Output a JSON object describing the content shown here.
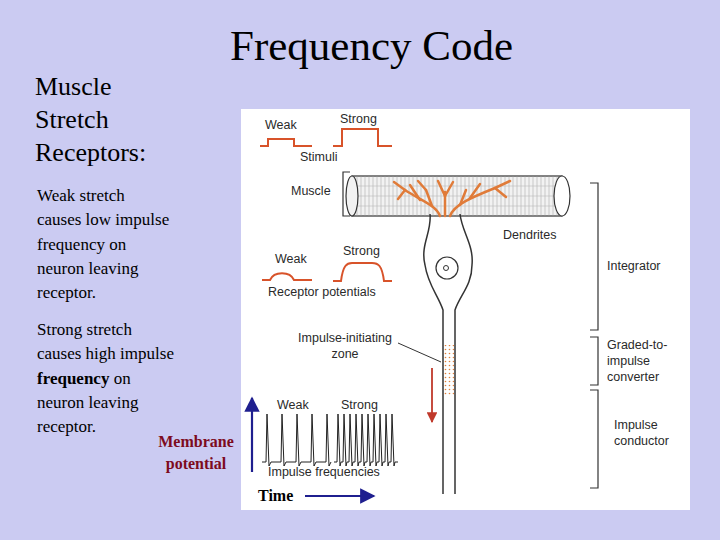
{
  "diagram": {
    "title": "Frequency Code",
    "labels": [
      "Muscle Stretch Receptors:",
      "Weak stretch causes low impulse frequency on neuron leaving receptor.",
      "Strong stretch causes high impulse",
      "frequency",
      "on neuron leaving receptor.",
      "Membrane potential",
      "Time",
      "Weak",
      "Strong",
      "Stimuli",
      "Muscle",
      "Dendrites",
      "Weak",
      "Strong",
      "Receptor potentials",
      "Impulse-initiating zone",
      "Integrator",
      "Graded-to- impulse converter",
      "Weak",
      "Strong",
      "Impulse conductor",
      "Impulse frequencies"
    ]
  }
}
